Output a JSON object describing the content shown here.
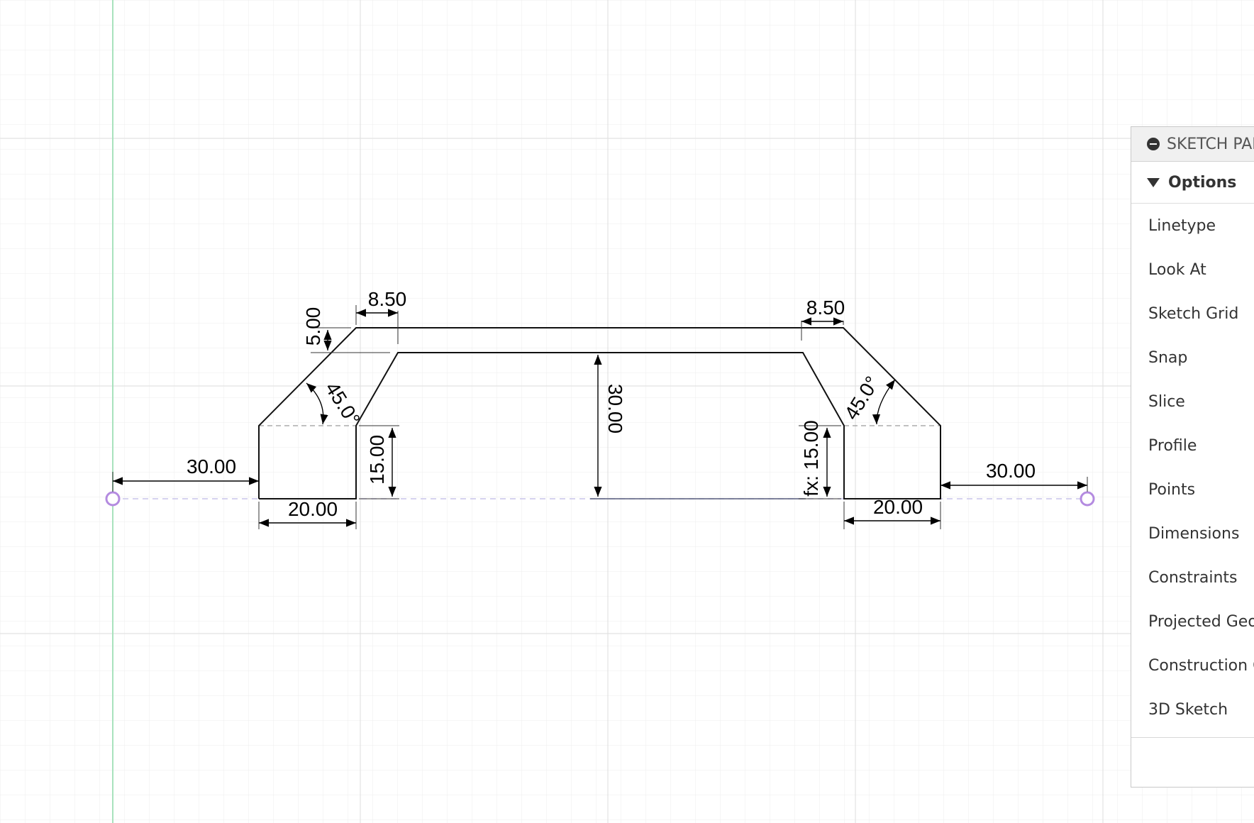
{
  "palette": {
    "header": "SKETCH PAL",
    "section_title": "Options",
    "items": [
      "Linetype",
      "Look At",
      "Sketch Grid",
      "Snap",
      "Slice",
      "Profile",
      "Points",
      "Dimensions",
      "Constraints",
      "Projected Geor",
      "Construction C",
      "3D Sketch"
    ]
  },
  "dimensions": {
    "left_offset": "30.00",
    "right_offset": "30.00",
    "left_base_width": "20.00",
    "right_base_width": "20.00",
    "left_top_offset": "8.50",
    "right_top_offset": "8.50",
    "thickness": "5.00",
    "left_angle": "45.0°",
    "right_angle": "45.0°",
    "left_height": "15.00",
    "right_height": "fx: 15.00",
    "center_height": "30.00"
  },
  "colors": {
    "grid_line": "#eeeeee",
    "axis_line": "#a8e2bd",
    "sketch_line": "#111111",
    "point_color": "#b48be0",
    "construction_line": "#c9c4ea"
  }
}
